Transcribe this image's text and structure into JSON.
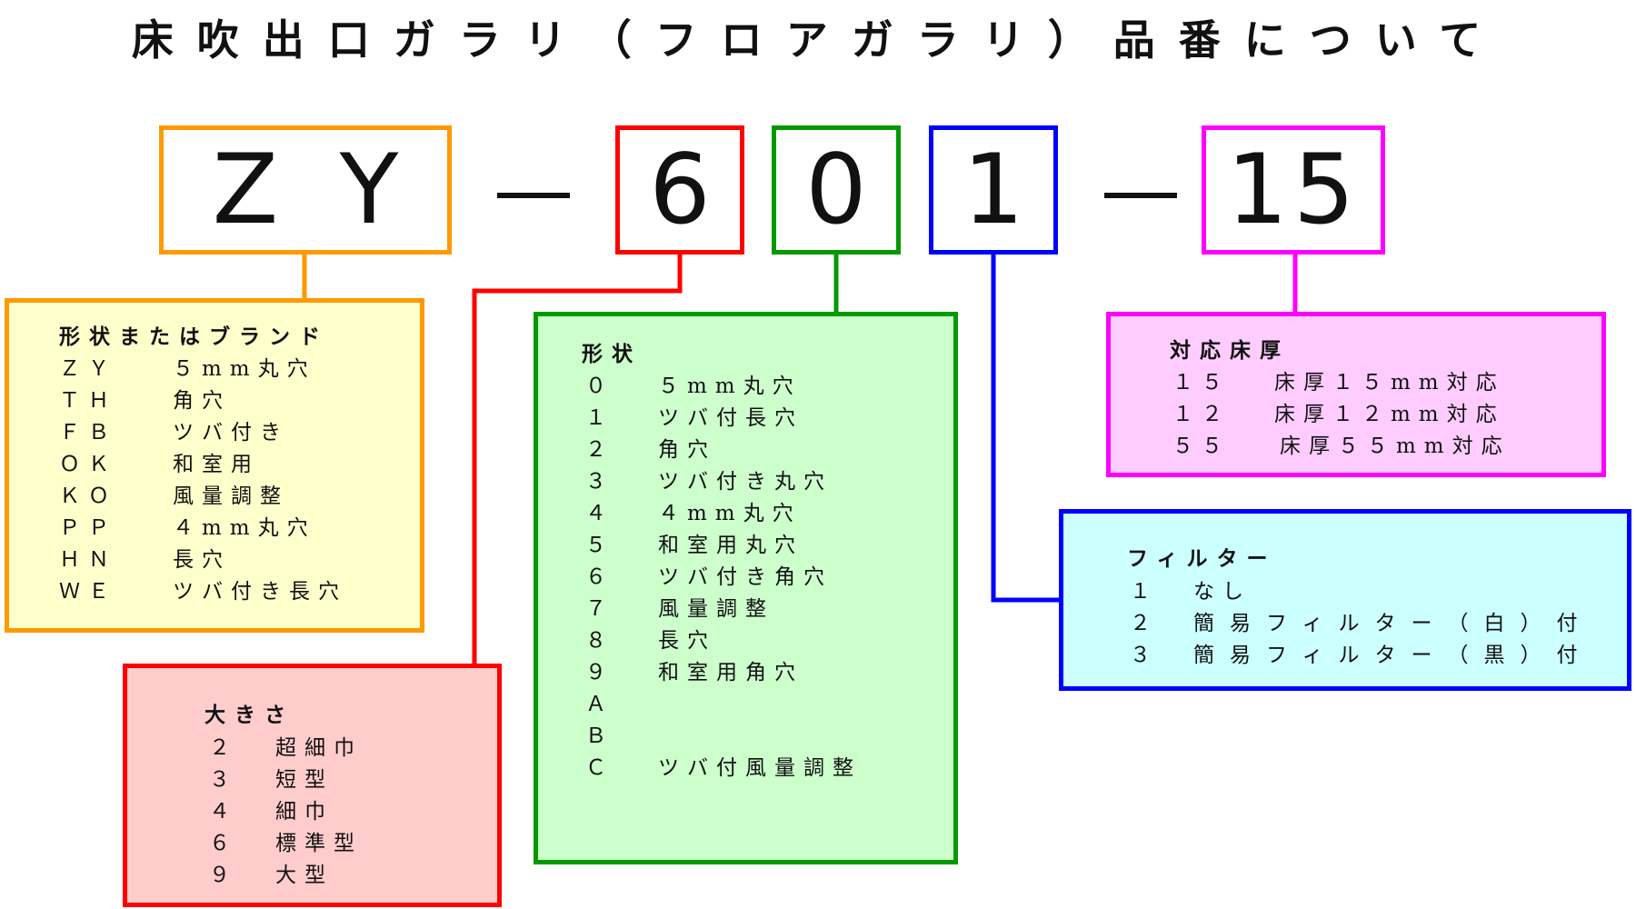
{
  "title": "床吹出口ガラリ（フロアガラリ）品番について",
  "colors": {
    "orange": "#ff9900",
    "red": "#ff0000",
    "green": "#009900",
    "blue": "#0000ff",
    "magenta": "#ff00ff",
    "orange_fill": "#ffffcc",
    "red_fill": "#ffcccc",
    "green_fill": "#ccffcc",
    "blue_fill": "#ccffff",
    "magenta_fill": "#ffccff"
  },
  "code": {
    "brand": "Z  Y",
    "size": "6",
    "shape": "0",
    "filter": "1",
    "thickness": "15"
  },
  "brand_panel": {
    "title": "形状またはブランド",
    "items": [
      {
        "code": "ＺＹ",
        "desc": "５mm丸穴"
      },
      {
        "code": "ＴＨ",
        "desc": "角穴"
      },
      {
        "code": "ＦＢ",
        "desc": "ツバ付き"
      },
      {
        "code": "ＯＫ",
        "desc": "和室用"
      },
      {
        "code": "ＫＯ",
        "desc": "風量調整"
      },
      {
        "code": "ＰＰ",
        "desc": "４mm丸穴"
      },
      {
        "code": "ＨＮ",
        "desc": "長穴"
      },
      {
        "code": "ＷＥ",
        "desc": "ツバ付き長穴"
      }
    ]
  },
  "size_panel": {
    "title": "大きさ",
    "items": [
      {
        "code": "２",
        "desc": "超細巾"
      },
      {
        "code": "３",
        "desc": "短型"
      },
      {
        "code": "４",
        "desc": "細巾"
      },
      {
        "code": "６",
        "desc": "標準型"
      },
      {
        "code": "９",
        "desc": "大型"
      }
    ]
  },
  "shape_panel": {
    "title": "形状",
    "items": [
      {
        "code": "０",
        "desc": "５mm丸穴"
      },
      {
        "code": "１",
        "desc": "ツバ付長穴"
      },
      {
        "code": "２",
        "desc": "角穴"
      },
      {
        "code": "３",
        "desc": "ツバ付き丸穴"
      },
      {
        "code": "４",
        "desc": "４mm丸穴"
      },
      {
        "code": "５",
        "desc": "和室用丸穴"
      },
      {
        "code": "６",
        "desc": "ツバ付き角穴"
      },
      {
        "code": "７",
        "desc": "風量調整"
      },
      {
        "code": "８",
        "desc": "長穴"
      },
      {
        "code": "９",
        "desc": "和室用角穴"
      },
      {
        "code": "Ａ",
        "desc": ""
      },
      {
        "code": "Ｂ",
        "desc": ""
      },
      {
        "code": "Ｃ",
        "desc": "ツバ付風量調整"
      }
    ]
  },
  "thickness_panel": {
    "title": "対応床厚",
    "items": [
      {
        "code": "１５",
        "desc": "床厚１５mm対応"
      },
      {
        "code": "１２",
        "desc": "床厚１２mm対応"
      },
      {
        "code": "５５",
        "desc": "床厚５５mm対応"
      }
    ]
  },
  "filter_panel": {
    "title": "フィルター",
    "items": [
      {
        "code": "１",
        "desc": "なし"
      },
      {
        "code": "２",
        "desc": "簡易フィルター（白）付"
      },
      {
        "code": "３",
        "desc": "簡易フィルター（黒）付"
      }
    ]
  }
}
